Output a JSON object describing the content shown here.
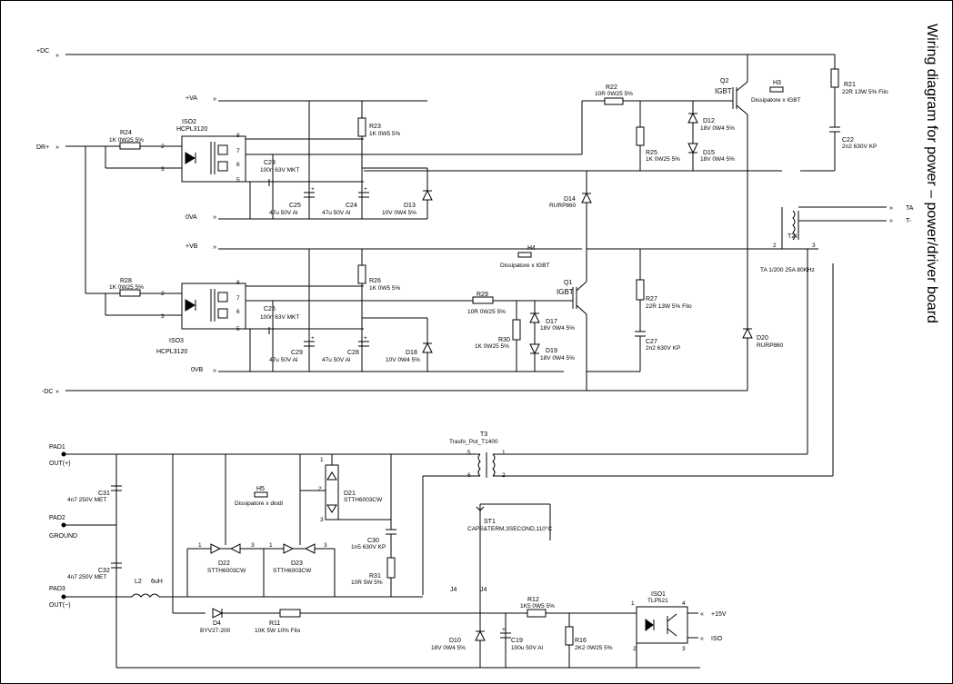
{
  "title": "Wiring diagram for power – power/driver board",
  "nets": {
    "dc_pos": "+DC",
    "dc_neg": "-DC",
    "dr_pos": "DR+",
    "va": "+VA",
    "va0": "0VA",
    "vb": "+VB",
    "vb0": "0VB",
    "ta": "TA",
    "tneg": "T-",
    "pad1": "PAD1",
    "out_pos": "OUT(+)",
    "pad2": "PAD2",
    "ground": "GROUND",
    "pad3": "PAD3",
    "out_neg": "OUT(−)",
    "plus15": "+15V",
    "iso": "ISO"
  },
  "components": {
    "iso2": {
      "ref": "ISO2",
      "val": "HCPL3120"
    },
    "iso3": {
      "ref": "ISO3",
      "val": "HCPL3120"
    },
    "iso1": {
      "ref": "ISO1",
      "val": "TLP521"
    },
    "r24": {
      "ref": "R24",
      "val": "1K 0W25 5%"
    },
    "r28": {
      "ref": "R28",
      "val": "1K 0W25 5%"
    },
    "r23": {
      "ref": "R23",
      "val": "1K 0W5 5%"
    },
    "r26": {
      "ref": "R26",
      "val": "1K 0W5 5%"
    },
    "r22": {
      "ref": "R22",
      "val": "10R 0W25 5%"
    },
    "r25": {
      "ref": "R25",
      "val": "1K 0W25 5%"
    },
    "r21": {
      "ref": "R21",
      "val": "22R 13W 5% Filo"
    },
    "r29": {
      "ref": "R29",
      "val": "10R 0W25 5%"
    },
    "r30": {
      "ref": "R30",
      "val": "1K 0W25 5%"
    },
    "r27": {
      "ref": "R27",
      "val": "22R 13W 5% Filo"
    },
    "r31": {
      "ref": "R31",
      "val": "10R 5W 5%"
    },
    "r11": {
      "ref": "R11",
      "val": "10K 5W 10% Filo"
    },
    "r12": {
      "ref": "R12",
      "val": "1K5 0W5 5%"
    },
    "r16": {
      "ref": "R16",
      "val": "2K2 0W25 5%"
    },
    "c23": {
      "ref": "C23",
      "val": "100n 63V MKT"
    },
    "c26": {
      "ref": "C26",
      "val": "100n 63V MKT"
    },
    "c25": {
      "ref": "C25",
      "val": "47u 50V Al"
    },
    "c24": {
      "ref": "C24",
      "val": "47u 50V Al"
    },
    "c29": {
      "ref": "C29",
      "val": "47u 50V Al"
    },
    "c28": {
      "ref": "C28",
      "val": "47u 50V Al"
    },
    "c22": {
      "ref": "C22",
      "val": "2n2 630V KP"
    },
    "c27": {
      "ref": "C27",
      "val": "2n2 630V KP"
    },
    "c31": {
      "ref": "C31",
      "val": "4n7 250V MET"
    },
    "c32": {
      "ref": "C32",
      "val": "4n7 250V MET"
    },
    "c30": {
      "ref": "C30",
      "val": "1n5 630V KP"
    },
    "c19": {
      "ref": "C19",
      "val": "100u 50V Al"
    },
    "d13": {
      "ref": "D13",
      "val": "10V 0W4 5%"
    },
    "d18": {
      "ref": "D18",
      "val": "10V 0W4 5%"
    },
    "d12": {
      "ref": "D12",
      "val": "18V 0W4 5%"
    },
    "d15": {
      "ref": "D15",
      "val": "18V 0W4 5%"
    },
    "d17": {
      "ref": "D17",
      "val": "18V 0W4 5%"
    },
    "d19": {
      "ref": "D19",
      "val": "18V 0W4 5%"
    },
    "d14": {
      "ref": "D14",
      "val": "RURP860"
    },
    "d20": {
      "ref": "D20",
      "val": "RURP860"
    },
    "d22": {
      "ref": "D22",
      "val": "STTH6003CW"
    },
    "d23": {
      "ref": "D23",
      "val": "STTH6003CW"
    },
    "d21": {
      "ref": "D21",
      "val": "STTH6003CW"
    },
    "d4": {
      "ref": "D4",
      "val": "BYV27-200"
    },
    "d10": {
      "ref": "D10",
      "val": "18V 0W4 5%"
    },
    "q2": {
      "ref": "Q2",
      "val": "IGBT"
    },
    "q1": {
      "ref": "Q1",
      "val": "IGBT"
    },
    "h3": {
      "ref": "H3",
      "val": "Dissipatore x IGBT"
    },
    "h4": {
      "ref": "H4",
      "val": "Dissipatore x IGBT"
    },
    "h5": {
      "ref": "H5",
      "val": "Dissipatore x diodi"
    },
    "t2": {
      "ref": "T2",
      "val": "TA 1/200 25A 80KHz"
    },
    "t3": {
      "ref": "T3",
      "val": "Trasfo_Pot_T1400"
    },
    "st1": {
      "ref": "ST1",
      "val": "CAPS&TERM,3SECOND,110°C"
    },
    "l2": {
      "ref": "L2",
      "val": "6uH"
    },
    "j4a": {
      "ref": "J4"
    },
    "j4b": {
      "ref": "J4"
    }
  },
  "pins": {
    "p1": "1",
    "p2": "2",
    "p3": "3",
    "p4": "4",
    "p5": "5",
    "p6": "6",
    "p7": "7",
    "p8": "8"
  }
}
